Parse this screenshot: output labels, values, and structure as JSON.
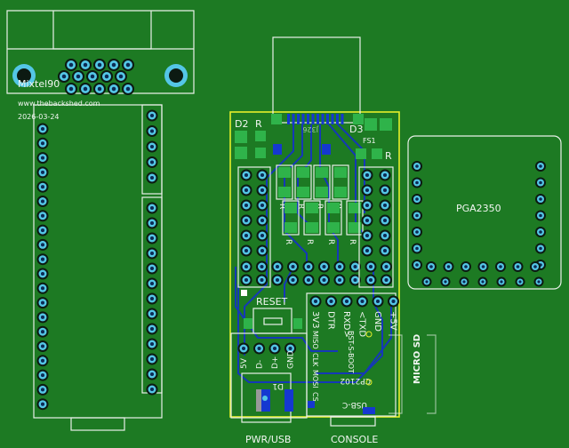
{
  "silkscreen": {
    "author": "Mixtel90",
    "website": "www.thebackshed.com",
    "date": "2026-03-24",
    "d2": "D2",
    "r_top_left": "R",
    "d3": "D3",
    "fs1": "FS1",
    "r_top_right": "R",
    "j_label": "J326",
    "resistor_label": "R",
    "reset": "RESET",
    "pga": "PGA2350",
    "usb_pins": [
      "5V",
      "D-",
      "D+",
      "GND"
    ],
    "console_pins": [
      "3V3",
      "DTR",
      "RXD>",
      "<TXD",
      "GND",
      "+5V"
    ],
    "sd_pins": [
      "MISO",
      "CLK",
      "MOSI",
      "CS"
    ],
    "bst": "BST-S-BOOT",
    "cp2102": "CP2102",
    "usbc": "USB-C",
    "d1": "D1",
    "microsd": "MICRO SD",
    "pwr_usb": "PWR/USB",
    "console": "CONSOLE"
  },
  "colors": {
    "board": "#1d7a23",
    "edge": "#e6ef2a",
    "pad": "#54c6e6",
    "trace": "#1538b8",
    "silk": "#e8f0e8"
  }
}
